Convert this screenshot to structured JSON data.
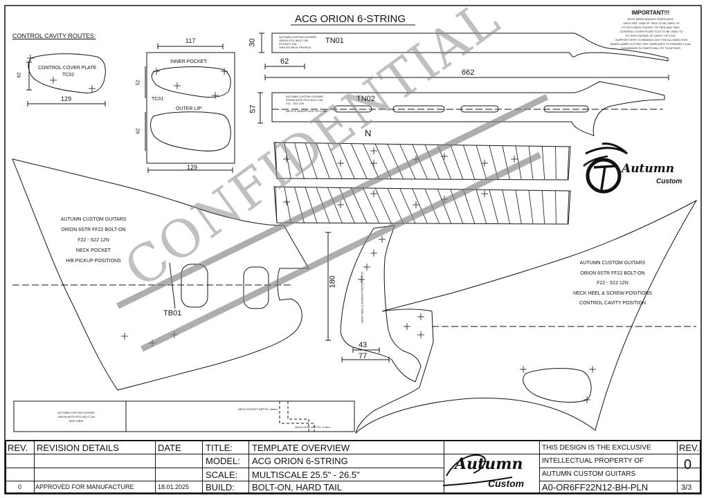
{
  "drawing_title": "ACG ORION 6-STRING",
  "important": {
    "heading": "IMPORTANT!!!",
    "lines": [
      "NOTE WHEN MAKING TEMPLATES:",
      "- NECK REF. SIDE OF TN01 TO BE USED TO",
      "FIT INTO NECK POCKET OF TB01 AND TB02",
      "- CONTROL COVER PLATE TC02 TO BE USED TO",
      "FIT INTO GUITAR LIP CAVITY OF TC01",
      "- SUPPORT VERY TO BRANCH OUT THE ALLOWED FOR",
      "WHEN LASER CUTTING THE TEMPLATES TO ENSURE 0.1mm",
      "CLEARANCE SO PARTS WILL FIT TOGETHER"
    ]
  },
  "control_cavity": {
    "heading": "CONTROL CAVITY  ROUTES:",
    "cover_plate_label": "CONTROL COVER PLATE",
    "cover_plate_code": "TC02",
    "dim_62": "62",
    "dim_129": "129",
    "inner_pocket": "INNER POCKET:",
    "outer_lip": "OUTER LIP:",
    "tc01": "TC01",
    "dim_117": "117",
    "dim_52": "52",
    "dim_62b": "62",
    "dim_129b": "129"
  },
  "neck": {
    "tn01": "TN01",
    "tn02": "TN02",
    "dim_30": "30",
    "dim_62": "62",
    "dim_662": "662",
    "dim_57": "57",
    "n_label": "N",
    "tn01_small": [
      "AUTUMN CUSTOM GUITARS",
      "ORION FF22 BOLT-ON",
      "POCKET: 13N",
      "THIN EX NECK PROFILE"
    ],
    "tn02_small": [
      "AUTUMN CUSTOM GUITARS",
      "ORION 6STR FF22 BOLT-ON",
      "F22 - S22 12N",
      "NECK & HEADSTOCK OUTLINE"
    ]
  },
  "body_left": {
    "code": "TB01",
    "lines": [
      "AUTUMN CUSTOM GUITARS",
      "ORION 6STR FF22 BOLT-ON",
      "F22 - S22 12N",
      "NECK POCKET",
      "H/B PICKUP POSITIONS"
    ]
  },
  "body_right": {
    "lines": [
      "AUTUMN CUSTOM GUITARS",
      "ORION 6STR FF22 BOLT-ON",
      "F22 - S22 12N",
      "NECK HEEL & SCREW POSITIONS",
      "CONTROL CAVITY POSITION"
    ]
  },
  "heel": {
    "dim_180": "180",
    "dim_43": "43",
    "dim_77": "77",
    "vertical_text": "NECK HEEL & SCREW POSITIONS  ACG"
  },
  "side_view": {
    "lines": [
      "AUTUMN CUSTOM GUITARS",
      "ORION 6STR FF22 BOLT-ON",
      "SIDE VIEW"
    ],
    "pocket_depth": "NECK POCKET DEPTH: 16mm",
    "heel_depth": "NECK HEEL DEPTH: 17mm"
  },
  "logo": {
    "script": "Autumn",
    "word": "Custom"
  },
  "watermark": "CONFIDENTIAL",
  "title_block": {
    "rev_header": "REV.",
    "revision_details_header": "REVISION DETAILS",
    "date_header": "DATE",
    "rev_value": "0",
    "revision_details": "APPROVED FOR MANUFACTURE",
    "date_value": "18.01.2025",
    "title_label": "TITLE:",
    "title_value": "TEMPLATE OVERVIEW",
    "model_label": "MODEL:",
    "model_value": "ACG ORION 6-STRING",
    "scale_label": "SCALE:",
    "scale_value": "MULTISCALE 25.5\" - 26.5\"",
    "build_label": "BUILD:",
    "build_value": "BOLT-ON, HARD TAIL",
    "ip_lines": [
      "THIS DESIGN IS THE EXCLUSIVE",
      "INTELLECTUAL PROPERTY OF",
      "AUTUMN CUSTOM GUITARS"
    ],
    "part_number": "A0-OR6FF22N12-BH-PLN",
    "rev_label": "REV.",
    "rev_number": "0",
    "sheet": "3/3"
  }
}
